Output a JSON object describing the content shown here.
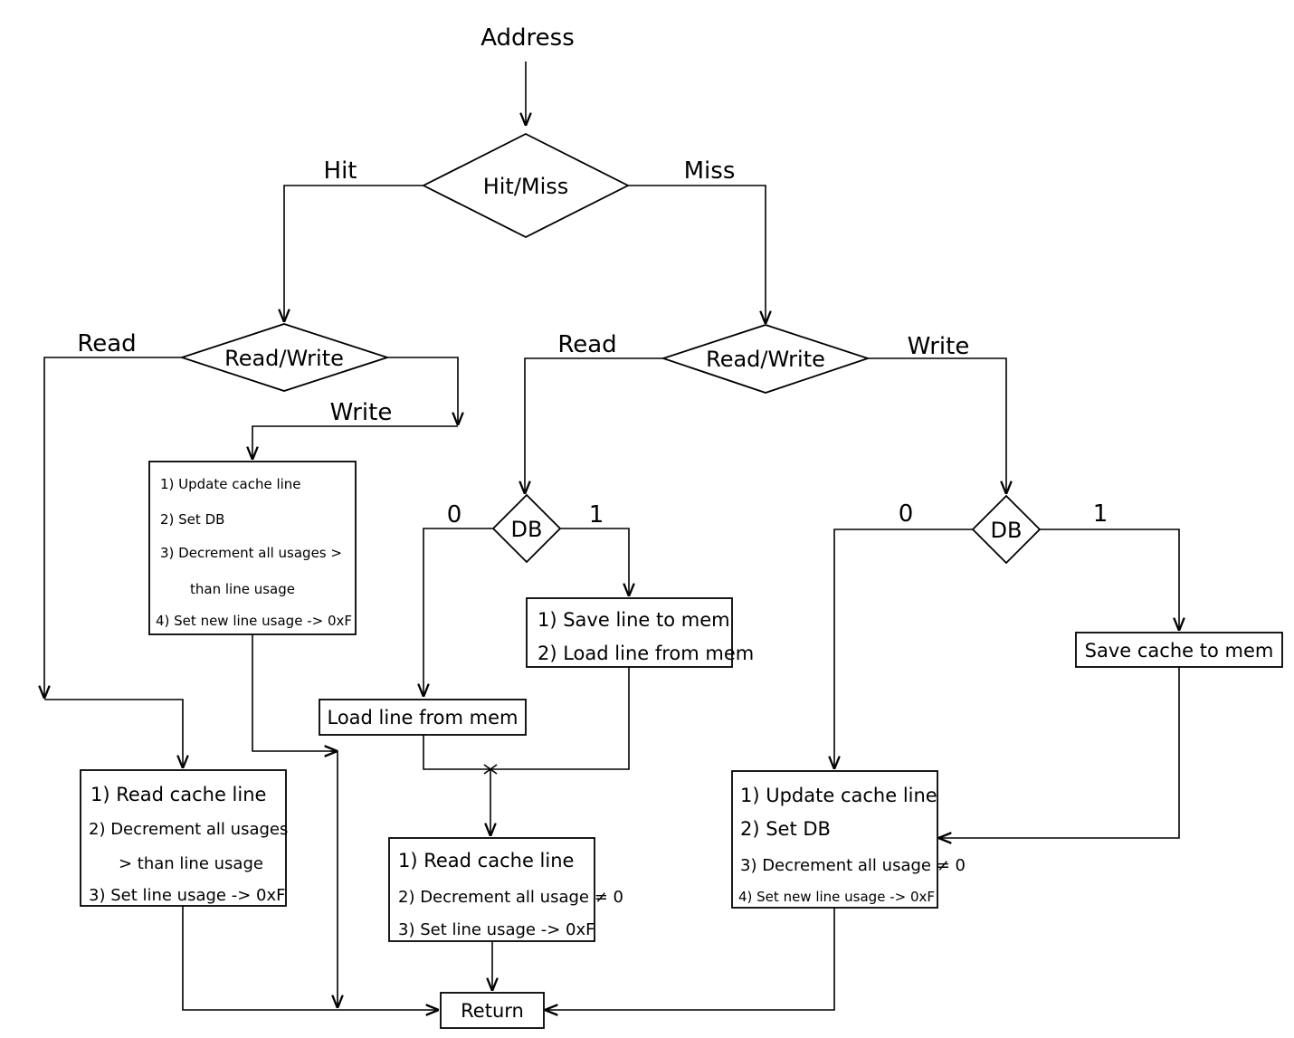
{
  "diagram": {
    "start": "Address",
    "decisions": {
      "hit_miss": "Hit/Miss",
      "rw_left": "Read/Write",
      "rw_right": "Read/Write",
      "db_mid": "DB",
      "db_right": "DB"
    },
    "edge_labels": {
      "hit": "Hit",
      "miss": "Miss",
      "read_left": "Read",
      "write_left": "Write",
      "read_right": "Read",
      "write_right": "Write",
      "db_mid_0": "0",
      "db_mid_1": "1",
      "db_right_0": "0",
      "db_right_1": "1"
    },
    "boxes": {
      "write_hit": [
        "1) Update cache line",
        "2) Set DB",
        "3) Decrement all usages >",
        "than line usage",
        "4) Set new line usage -> 0xF"
      ],
      "read_hit": [
        "1) Read cache line",
        "2) Decrement all usages",
        "> than line usage",
        "3) Set line usage -> 0xF"
      ],
      "save_load": [
        "1) Save line to mem",
        "2) Load line from mem"
      ],
      "load_line": [
        "Load line from mem"
      ],
      "read_miss": [
        "1) Read cache line",
        "2) Decrement all usage ≠ 0",
        "3) Set line usage -> 0xF"
      ],
      "save_cache": [
        "Save cache to mem"
      ],
      "write_miss": [
        "1) Update cache line",
        "2) Set DB",
        "3) Decrement all usage ≠ 0",
        "4) Set new line usage -> 0xF"
      ]
    },
    "end": "Return"
  }
}
